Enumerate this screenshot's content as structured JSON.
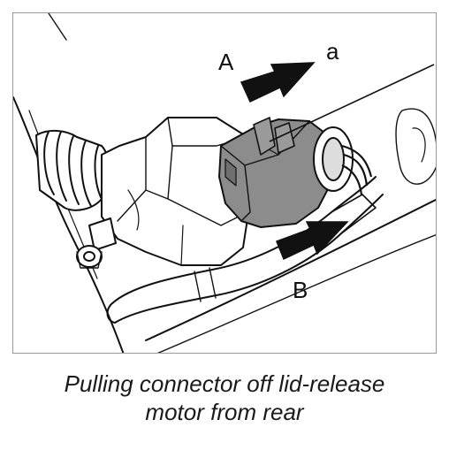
{
  "figure": {
    "labels": {
      "arrow_a": "A",
      "arrow_b": "B",
      "callout_a": "a"
    }
  },
  "caption": {
    "line1": "Pulling connector off lid-release",
    "line2": "motor from rear"
  },
  "colors": {
    "connector": "#8c8c8c",
    "arrow": "#111111",
    "line": "#111111",
    "frame": "#9a9a9a"
  }
}
